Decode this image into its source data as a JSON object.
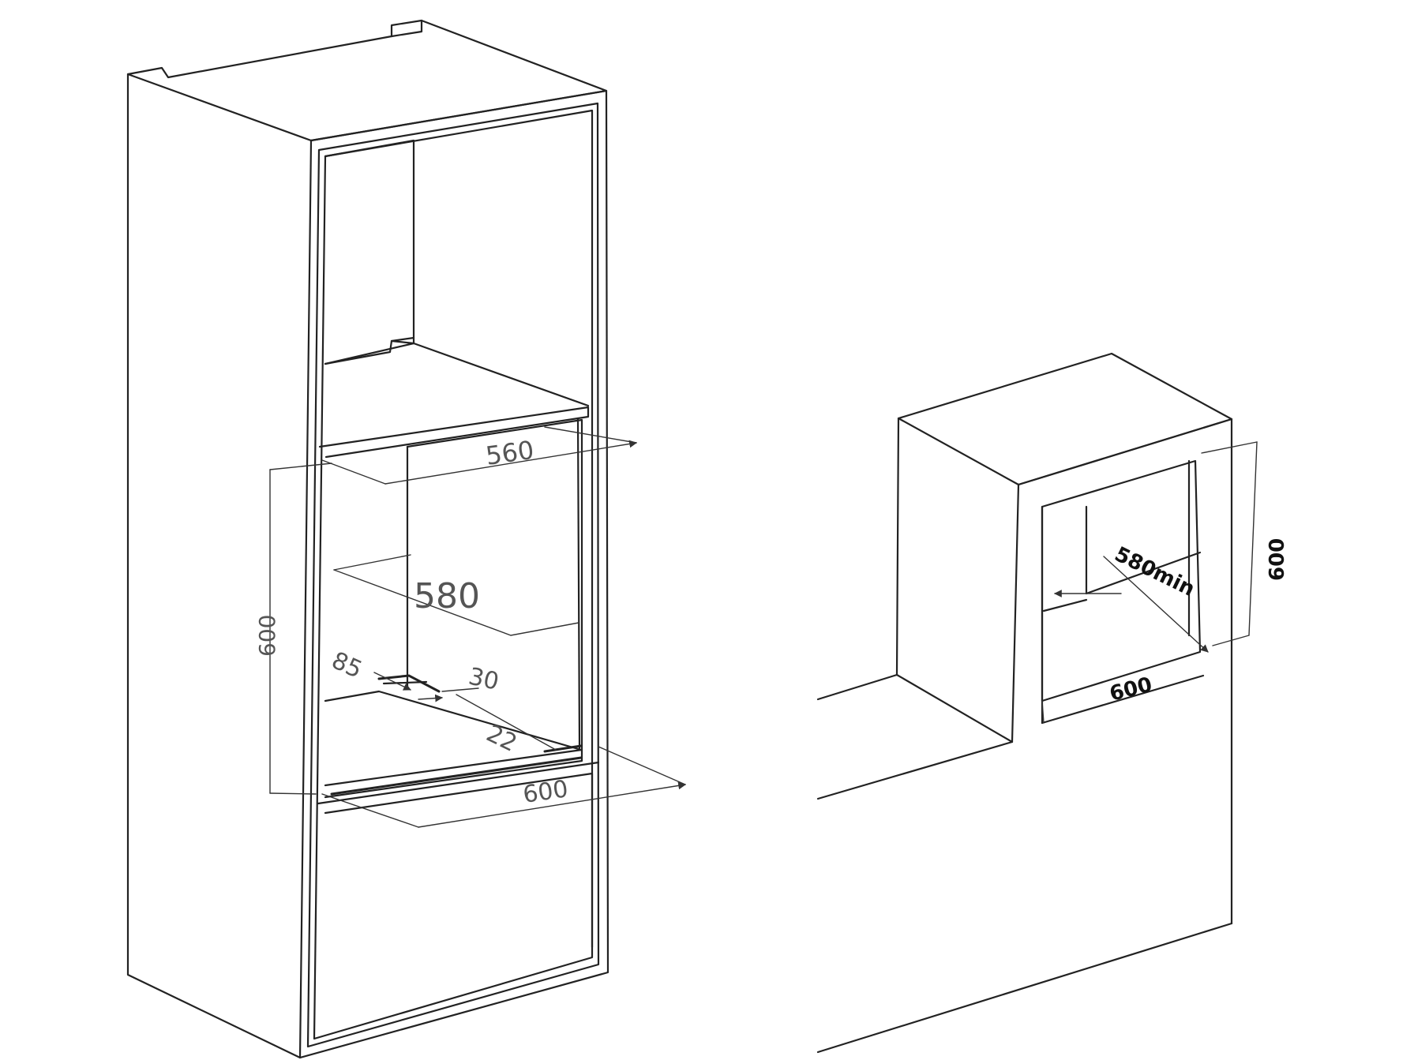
{
  "cabinet_tall": {
    "dim_width_top": "560",
    "dim_depth": "580",
    "dim_height": "600",
    "dim_vent_front": "85",
    "dim_vent_gap": "30",
    "dim_vent_depth": "22",
    "dim_width_bottom": "600"
  },
  "cabinet_under_counter": {
    "dim_depth": "580min",
    "dim_height": "600",
    "dim_width": "600"
  }
}
